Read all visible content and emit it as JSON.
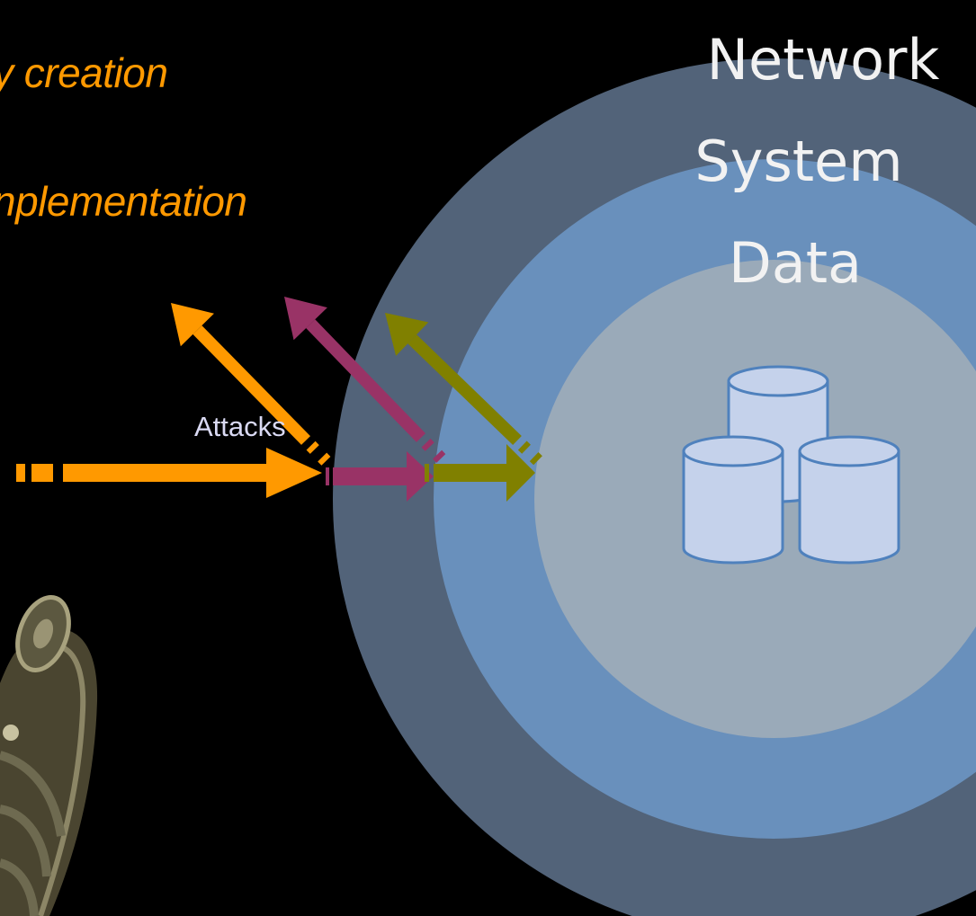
{
  "text_lines": {
    "line1": "y creation",
    "line2": "nplementation"
  },
  "attacks_label": "Attacks",
  "layers": {
    "outer": "Network",
    "middle": "System",
    "inner": "Data"
  },
  "colors": {
    "background": "#000000",
    "orange": "#FF9900",
    "maroon": "#993366",
    "olive": "#808000",
    "label_text": "#D9D9F3",
    "ring_outer": "#526379",
    "ring_middle": "#6990BC",
    "ring_inner": "#9AAAB9",
    "cylinder_fill": "#C5D2EB",
    "cylinder_stroke": "#4F81BD",
    "ring_label_text": "#F2F2F2"
  },
  "icons": {
    "database": "database-cylinders-icon",
    "historical_object": "antique-dial-instrument"
  }
}
